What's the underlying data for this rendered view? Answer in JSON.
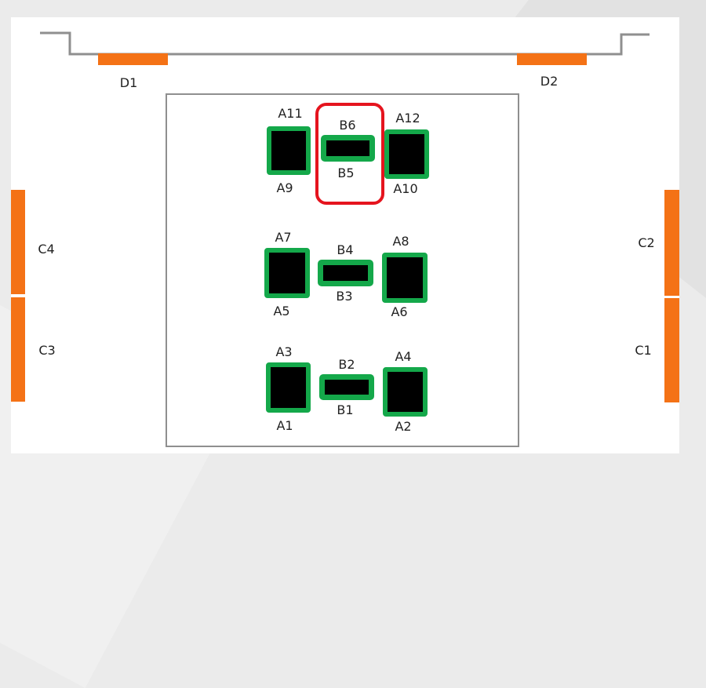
{
  "doors": {
    "d1": "D1",
    "d2": "D2"
  },
  "side_units": {
    "c1": "C1",
    "c2": "C2",
    "c3": "C3",
    "c4": "C4"
  },
  "posts": {
    "a1": "A1",
    "a2": "A2",
    "a3": "A3",
    "a4": "A4",
    "a5": "A5",
    "a6": "A6",
    "a7": "A7",
    "a8": "A8",
    "a9": "A9",
    "a10": "A10",
    "a11": "A11",
    "a12": "A12"
  },
  "bars": {
    "b1": "B1",
    "b2": "B2",
    "b3": "B3",
    "b4": "B4",
    "b5": "B5",
    "b6": "B6"
  },
  "colors": {
    "door_and_camera": "#f47216",
    "post_outline": "#14a84a",
    "post_fill": "#000000",
    "highlight": "#e5141e",
    "wall": "#8f8f8f"
  }
}
